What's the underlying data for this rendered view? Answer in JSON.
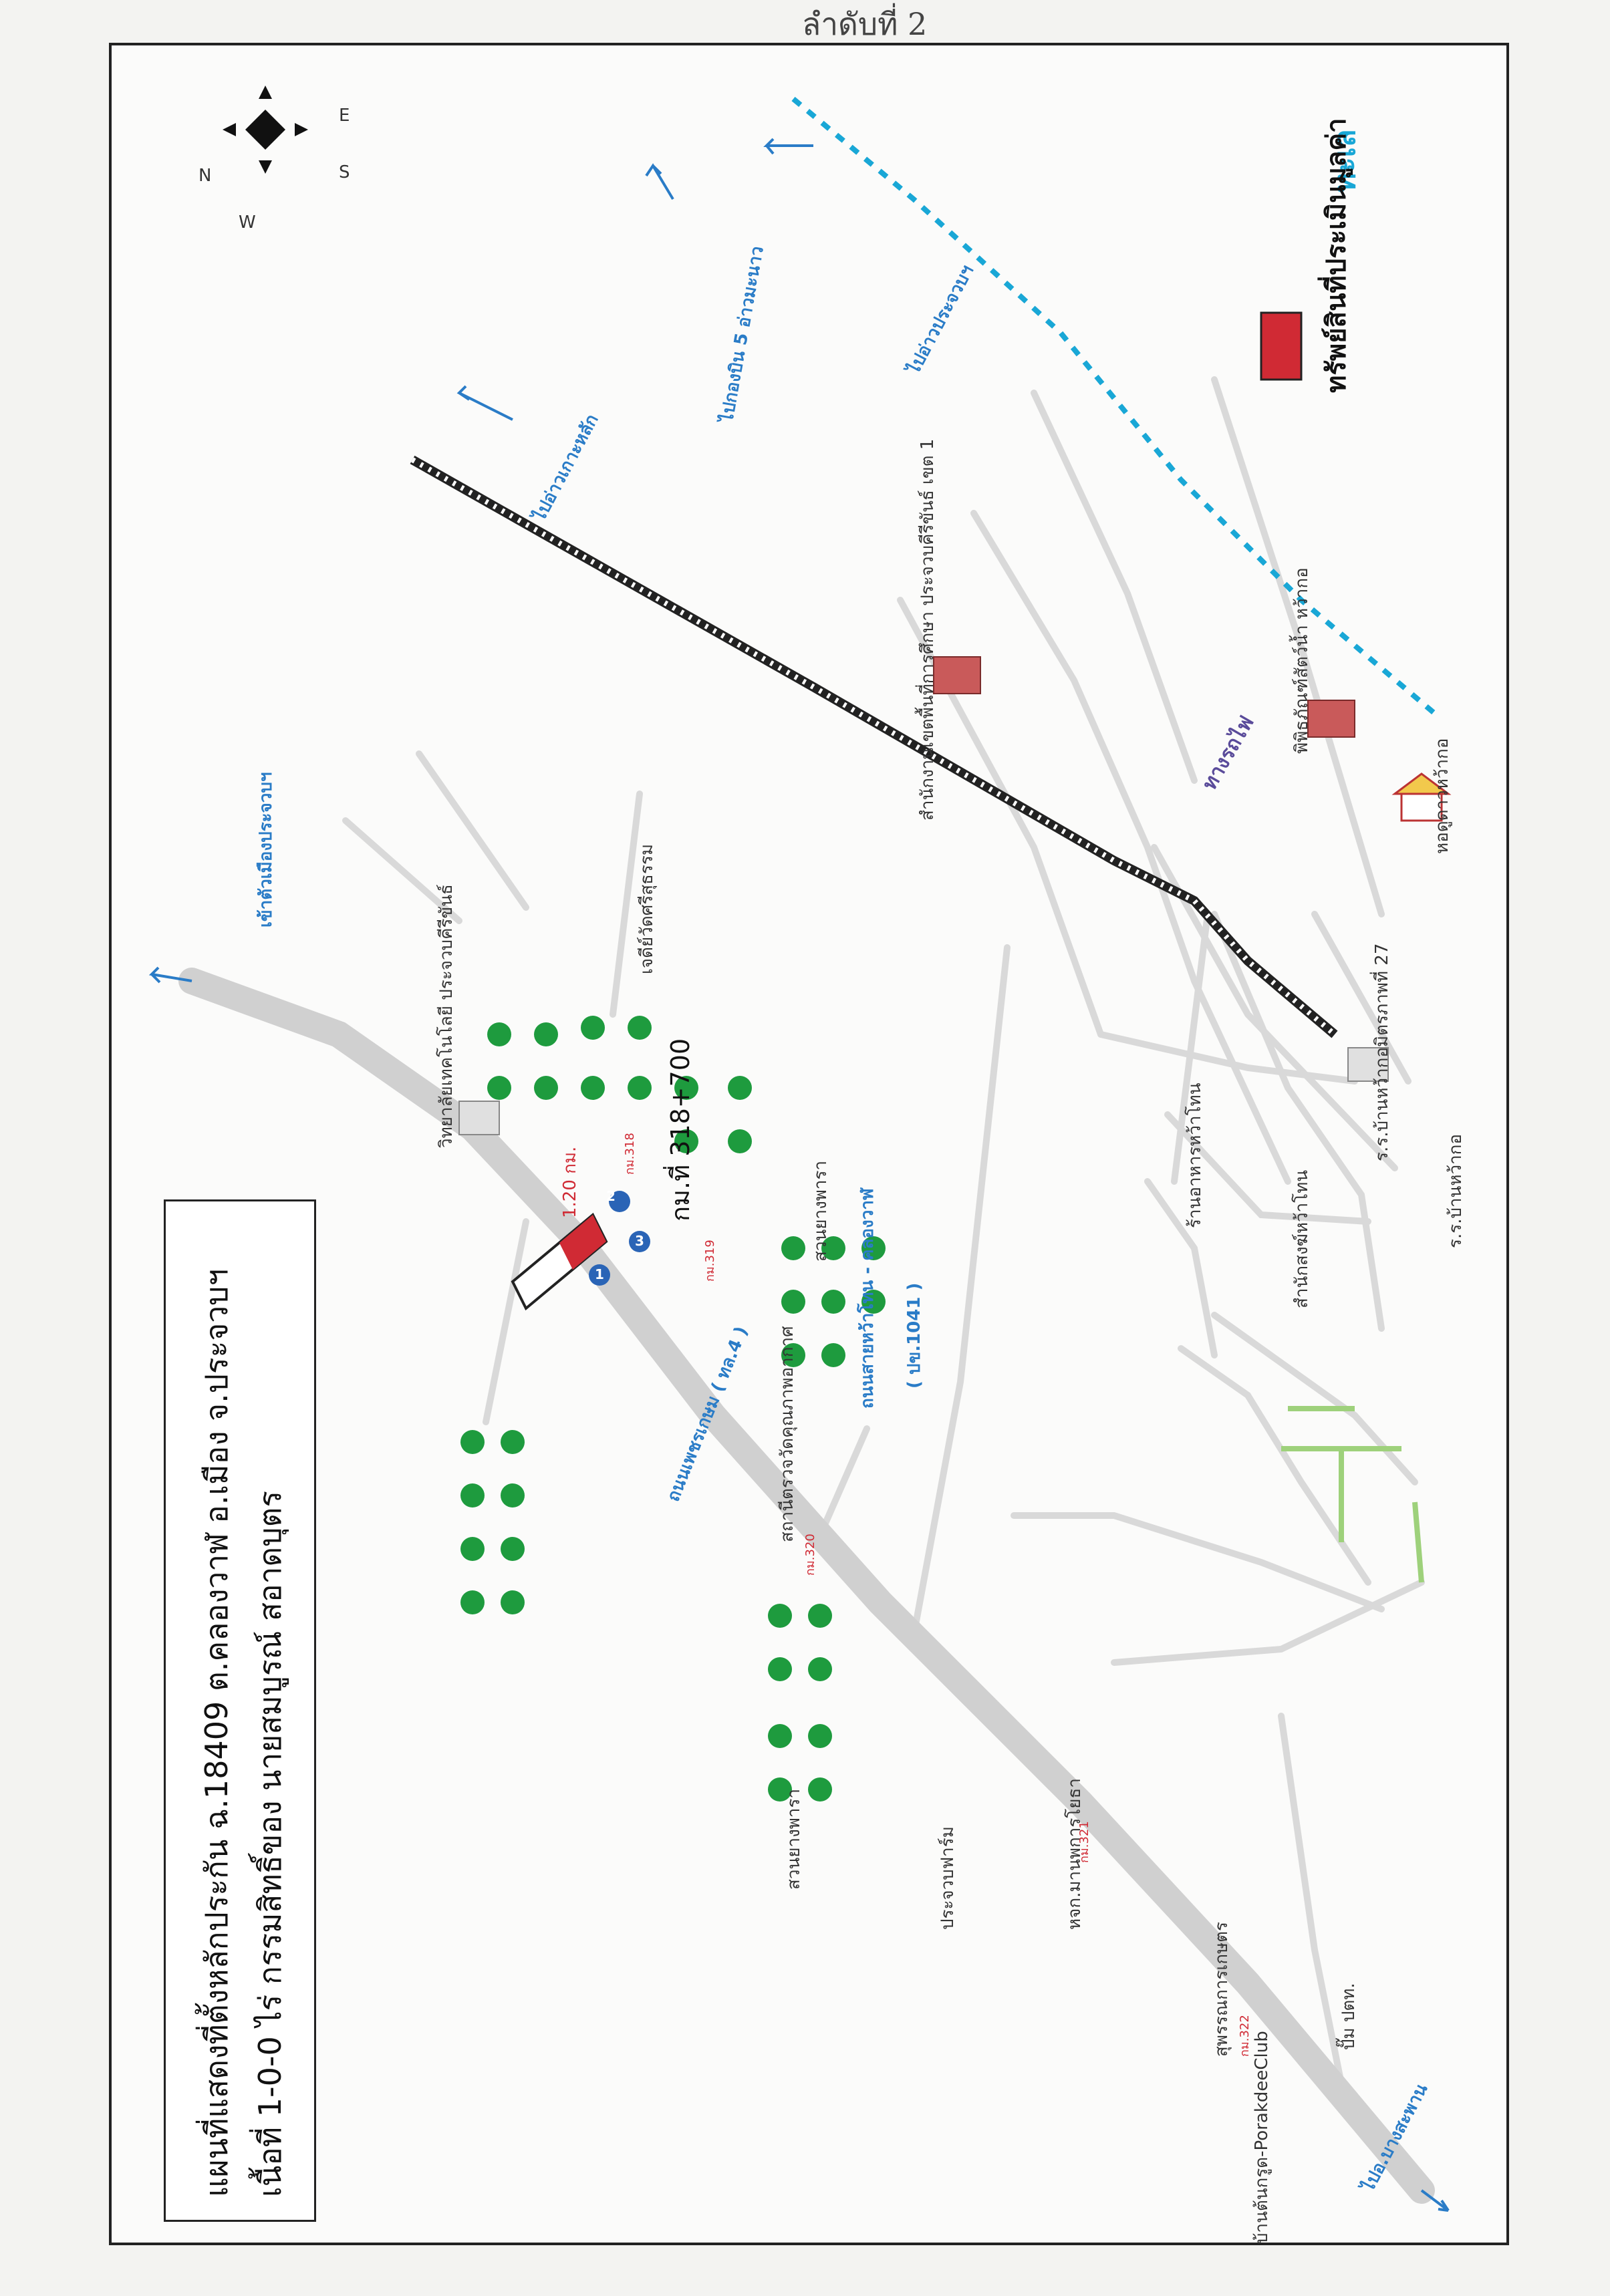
{
  "header": {
    "handwritten_note": "ลำดับที่ 2"
  },
  "title": {
    "line1": "แผนที่แสดงที่ตั้งหลักประกัน ฉ.18409 ต.คลองวาฬ อ.เมือง จ.ประจวบฯ",
    "line2": "เนื้อที่ 1-0-0 ไร่ กรรมสิทธิ์ของ นายสมบูรณ์ สอาดบุตร"
  },
  "compass": {
    "n": "N",
    "e": "E",
    "s": "S",
    "w": "W"
  },
  "legend": {
    "label": "ทรัพย์สินที่ประเมินมูลค่า",
    "swatch_color": "#d02a34"
  },
  "sea_label": "ทะเล",
  "roads": {
    "highway": "ถนนเพชรเกษม ( ทล.4 )",
    "secondary_1": "ถนนสายหว้าโทน - คลองวาฬ",
    "secondary_2": "( ปข.1041 )",
    "railway": "ทางรถไฟ"
  },
  "directions": {
    "to_town": "เข้าตัวเมืองประจวบฯ",
    "to_bang_saphan": "ไปอ.บางสะพาน",
    "to_koh_lak": "ไปอ่าวเกาะหลัก",
    "to_ao_manao": "ไปกองบิน 5 อ่าวมะนาว",
    "to_hua_hin": "ไปอ่าวประจวบฯ"
  },
  "distance": "1.20 กม.",
  "km_marker": "กม.ที่ 318+700",
  "km_posts": [
    "กม.318",
    "กม.319",
    "กม.320",
    "กม.321",
    "กม.322"
  ],
  "markers": [
    "1",
    "2",
    "3"
  ],
  "places": {
    "college": "วิทยาลัยเทคโนโลยี\nประจวบคีรีขันธ์",
    "temple": "เจดีย์วัดศรีสุธรรม",
    "edu_office": "สำนักงานเขตพื้นที่การศึกษา\nประจวบคีรีขันธ์ เขต 1",
    "museum": "พิพิธภัณฑ์สัตว์น้ำ หว้ากอ",
    "observatory": "หอดูดาวหว้ากอ",
    "hospital": "ร.ร.บ้านหว้ากอ",
    "school27": "ร.ร.บ้านหว้ากอมิตรภาพที่ 27",
    "restaurant": "ร้านอาหารหว้าโทน",
    "monk_office": "สำนักสงฆ์หว้าโทน",
    "rubber1": "สวนยางพารา",
    "rubber2": "สวนยางพารา",
    "police": "สถานีตรวจวัดคุณภาพอากาศ",
    "farm": "ประจวบฟาร์ม",
    "village": "หจก.มานพการโยธา",
    "lotus": "สุพรรณการเกษตร",
    "club": "บ้านต้นกรูด-PorakdeeClub",
    "gas": "ปั๊ม ปตท."
  }
}
